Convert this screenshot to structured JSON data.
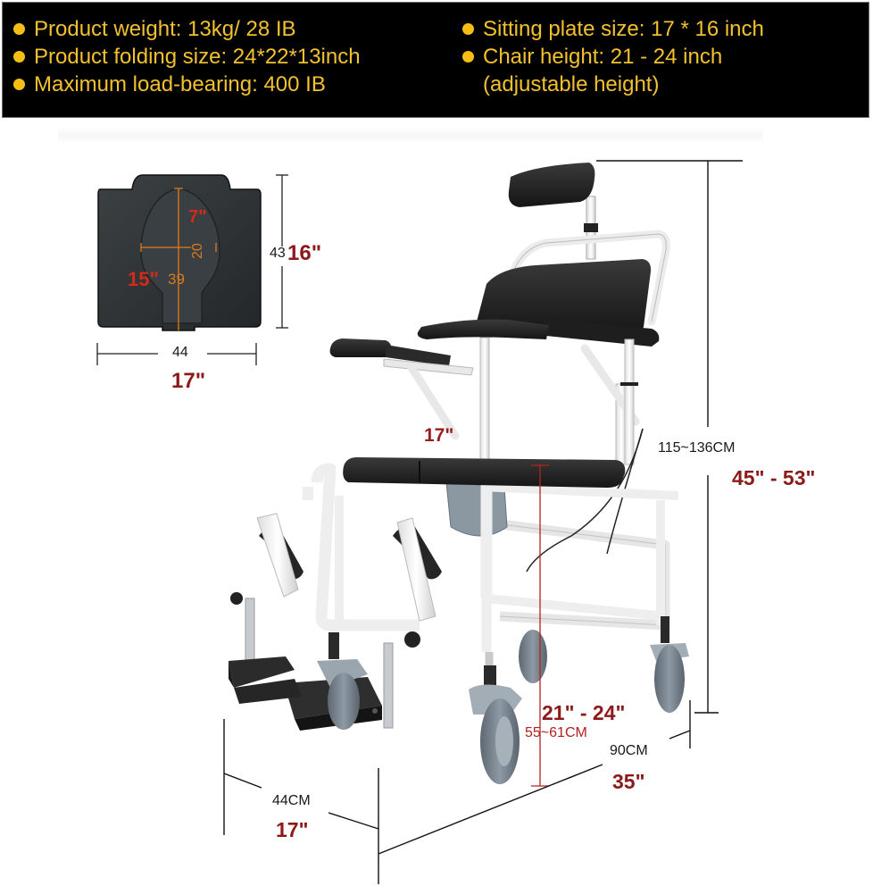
{
  "specs": {
    "left": [
      "Product weight: 13kg/ 28 IB",
      "Product folding size: 24*22*13inch",
      "Maximum load-bearing: 400 IB"
    ],
    "right": [
      "Sitting plate size: 17 * 16 inch",
      "Chair height: 21 - 24 inch",
      "(adjustable height)"
    ],
    "colors": {
      "banner_bg": "#000000",
      "text": "#f2c12e",
      "bullet": "#f5be14"
    }
  },
  "seat_plate": {
    "opening_width_inch": "7\"",
    "opening_width_cm": "20",
    "opening_length_inch": "15\"",
    "opening_length_cm": "39",
    "plate_depth_cm": "43",
    "plate_depth_inch": "16\"",
    "plate_width_cm": "44",
    "plate_width_inch": "17\""
  },
  "chair_dimensions": {
    "armrest_label_inch": "17\"",
    "total_height_cm": "115~136CM",
    "total_height_inch": "45\" - 53\"",
    "seat_height_inch": "21\" - 24\"",
    "seat_height_cm": "55~61CM",
    "length_cm": "90CM",
    "length_inch": "35\"",
    "width_cm": "44CM",
    "width_inch": "17\""
  },
  "colors": {
    "inch_red": "#8b1a1a",
    "cm_red": "#b22222",
    "frame": "#f2f2f2",
    "upholstery": "#1e1e1e",
    "wheel": "#7f8a95"
  }
}
